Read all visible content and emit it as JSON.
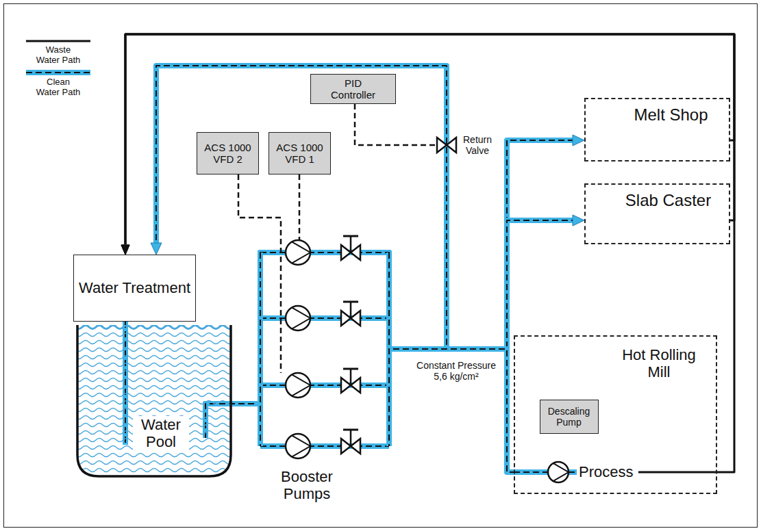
{
  "diagram": {
    "nodes": [
      {
        "text": [
          "PID Controller"
        ]
      },
      {
        "text": [
          "ACS 1000 VFD 2"
        ]
      },
      {
        "text": [
          "ACS 1000 VFD 1"
        ]
      },
      {
        "text": [
          "Melt Shop"
        ]
      },
      {
        "text": [
          "Slab Caster"
        ]
      },
      {
        "text": [
          "Water Treatment"
        ]
      },
      {
        "text": [
          "Hot Rolling Mill"
        ]
      },
      {
        "text": [
          "Descaling Pump"
        ],
        "in": 6
      },
      {
        "text": [
          "Water Pool"
        ]
      }
    ],
    "edges": [
      {
        "from": 5,
        "to": 8,
        "arrow": "none"
      },
      {
        "from": 8,
        "to": 3,
        "arrow": "to"
      },
      {
        "from": 8,
        "to": 4,
        "arrow": "to"
      },
      {
        "from": 8,
        "to": 6,
        "arrow": "none"
      },
      {
        "from": 8,
        "to": 5,
        "arrow": "to"
      },
      {
        "from": 3,
        "to": 5,
        "arrow": "to"
      },
      {
        "from": 4,
        "to": 5,
        "arrow": "to"
      },
      {
        "from": 6,
        "to": 5,
        "arrow": "to"
      }
    ],
    "labels": [
      "Return Valve",
      "Booster Pumps",
      "Constant Pressure 5,6 kg/cm²",
      "Process"
    ],
    "legend": [
      {
        "text": "Waste Water Path"
      },
      {
        "text": "Clean Water Path"
      }
    ]
  }
}
